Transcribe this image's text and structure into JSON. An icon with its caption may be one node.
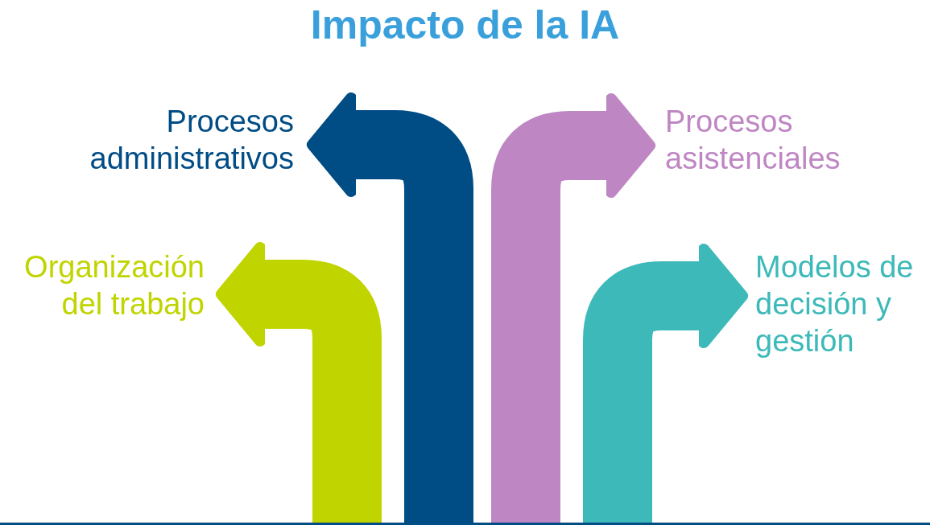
{
  "diagram": {
    "title": "Impacto de la IA",
    "nodes": [
      {
        "text": [
          "Procesos administrativos"
        ]
      },
      {
        "text": [
          "Procesos asistenciales"
        ]
      },
      {
        "text": [
          "Organización del trabajo"
        ]
      },
      {
        "text": [
          "Modelos de decisión y gestión"
        ]
      }
    ],
    "edges": [
      {
        "from": null,
        "to": 0,
        "arrow": "to",
        "color": "#004c85"
      },
      {
        "from": null,
        "to": 1,
        "arrow": "to",
        "color": "#bf86c4"
      },
      {
        "from": null,
        "to": 2,
        "arrow": "to",
        "color": "#c0d400"
      },
      {
        "from": null,
        "to": 3,
        "arrow": "to",
        "color": "#3db9b9"
      }
    ]
  }
}
